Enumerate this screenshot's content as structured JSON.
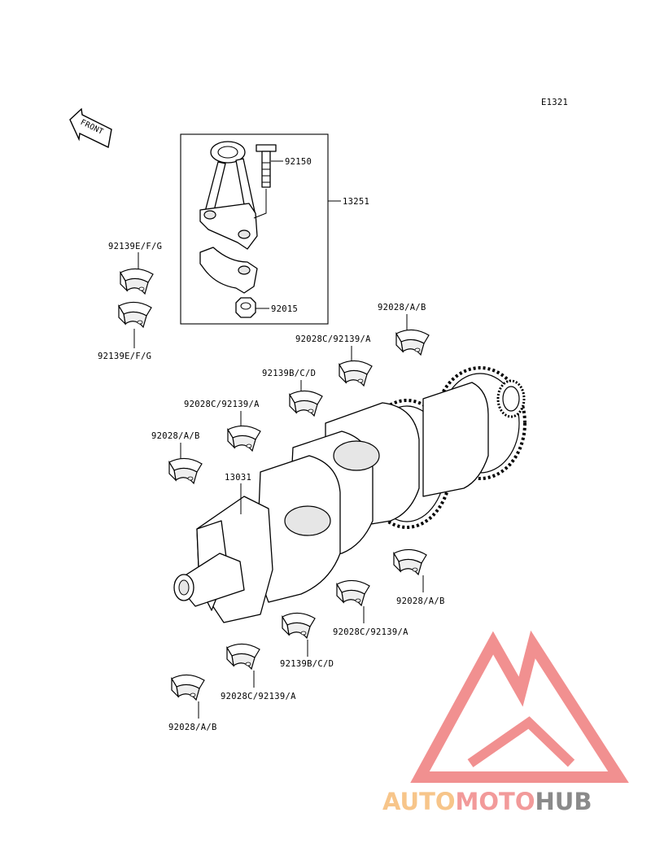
{
  "diagram": {
    "code": "E1321",
    "front_label": "FRONT",
    "callouts": [
      {
        "id": "c-92150",
        "text": "92150"
      },
      {
        "id": "c-13251",
        "text": "13251"
      },
      {
        "id": "c-92015",
        "text": "92015"
      },
      {
        "id": "c-92139efg-top",
        "text": "92139E/F/G"
      },
      {
        "id": "c-92139efg-bot",
        "text": "92139E/F/G"
      },
      {
        "id": "c-92028ab-1",
        "text": "92028/A/B"
      },
      {
        "id": "c-92028c-1",
        "text": "92028C/92139/A"
      },
      {
        "id": "c-92139bcd-1",
        "text": "92139B/C/D"
      },
      {
        "id": "c-92028c-2",
        "text": "92028C/92139/A"
      },
      {
        "id": "c-92028ab-2",
        "text": "92028/A/B"
      },
      {
        "id": "c-13031",
        "text": "13031"
      },
      {
        "id": "c-92028ab-3",
        "text": "92028/A/B"
      },
      {
        "id": "c-92028c-3",
        "text": "92028C/92139/A"
      },
      {
        "id": "c-92139bcd-2",
        "text": "92139B/C/D"
      },
      {
        "id": "c-92028c-4",
        "text": "92028C/92139/A"
      },
      {
        "id": "c-92028ab-4",
        "text": "92028/A/B"
      }
    ]
  },
  "watermark": {
    "word_part1": "AUTO",
    "word_part2": "MOTO",
    "word_part3": "HUB",
    "color_light": "#f7c58a",
    "color_mid": "#f29a9a",
    "color_dark": "#8a8a8a",
    "color_logo": "#f18b8b"
  }
}
